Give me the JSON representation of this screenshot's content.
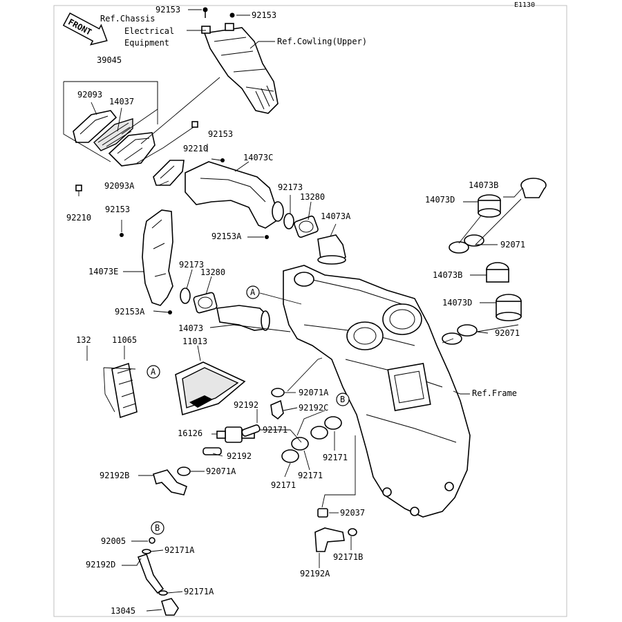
{
  "diagram_id": "E1130",
  "front_arrow": "FRONT",
  "callouts": {
    "A": "A",
    "B": "B"
  },
  "refs": {
    "chassis": "Ref.Chassis",
    "electrical": "Electrical",
    "equipment": "Equipment",
    "cowling": "Ref.Cowling(Upper)",
    "frame": "Ref.Frame"
  },
  "parts": {
    "p92153_a": "92153",
    "p92153_b": "92153",
    "p39045": "39045",
    "p92093": "92093",
    "p14037": "14037",
    "p92153_c": "92153",
    "p92210_a": "92210",
    "p14073c": "14073C",
    "p92093a": "92093A",
    "p92210_b": "92210",
    "p92153_d": "92153",
    "p92173_a": "92173",
    "p13280_a": "13280",
    "p14073a": "14073A",
    "p92153a_a": "92153A",
    "p14073b_a": "14073B",
    "p14073d_a": "14073D",
    "p92071_a": "92071",
    "p14073e": "14073E",
    "p92173_b": "92173",
    "p13280_b": "13280",
    "p14073b_b": "14073B",
    "p14073d_b": "14073D",
    "p92071_b": "92071",
    "p92153a_b": "92153A",
    "p14073": "14073",
    "p132": "132",
    "p11065": "11065",
    "p11013": "11013",
    "p92071a_a": "92071A",
    "p92192": "92192",
    "p92192c": "92192C",
    "p16126": "16126",
    "p92171_a": "92171",
    "p92192_b": "92192",
    "p92171_b": "92171",
    "p92192b": "92192B",
    "p92071a_b": "92071A",
    "p92171_c": "92171",
    "p92171_d": "92171",
    "p92037": "92037",
    "p92005": "92005",
    "p92171a_a": "92171A",
    "p92192d": "92192D",
    "p92171b": "92171B",
    "p92192a": "92192A",
    "p92171a_b": "92171A",
    "p13045": "13045"
  }
}
